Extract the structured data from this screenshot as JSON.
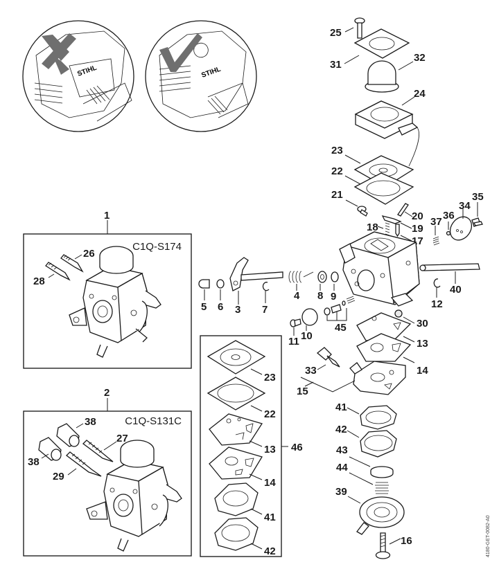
{
  "diagram": {
    "brand": "STIHL",
    "reference_code": "4180-GET-0082-A0",
    "kits": [
      {
        "number": "1",
        "model": "C1Q-S174",
        "parts": [
          "26",
          "28"
        ]
      },
      {
        "number": "2",
        "model": "C1Q-S131C",
        "parts": [
          "38",
          "38",
          "27",
          "29"
        ]
      },
      {
        "number": "46",
        "parts": [
          "23",
          "22",
          "13",
          "14",
          "41",
          "42"
        ]
      }
    ],
    "indicators": [
      {
        "name": "incorrect",
        "symbol": "✗"
      },
      {
        "name": "correct",
        "symbol": "✓"
      }
    ],
    "labels": {
      "l1": "1",
      "l2": "2",
      "l3": "3",
      "l4": "4",
      "l5": "5",
      "l6": "6",
      "l7": "7",
      "l8": "8",
      "l9": "9",
      "l10": "10",
      "l11": "11",
      "l12": "12",
      "l13": "13",
      "l14": "14",
      "l15": "15",
      "l16": "16",
      "l17": "17",
      "l18": "18",
      "l19": "19",
      "l20": "20",
      "l21": "21",
      "l22": "22",
      "l23": "23",
      "l24": "24",
      "l25": "25",
      "l26": "26",
      "l27": "27",
      "l28": "28",
      "l29": "29",
      "l30": "30",
      "l31": "31",
      "l32": "32",
      "l33": "33",
      "l34": "34",
      "l35": "35",
      "l36": "36",
      "l37": "37",
      "l38a": "38",
      "l38b": "38",
      "l39": "39",
      "l40": "40",
      "l41": "41",
      "l42": "42",
      "l43": "43",
      "l44": "44",
      "l45": "45",
      "l46": "46",
      "k23": "23",
      "k22": "22",
      "k13": "13",
      "k14": "14",
      "k41": "41",
      "k42": "42"
    }
  }
}
